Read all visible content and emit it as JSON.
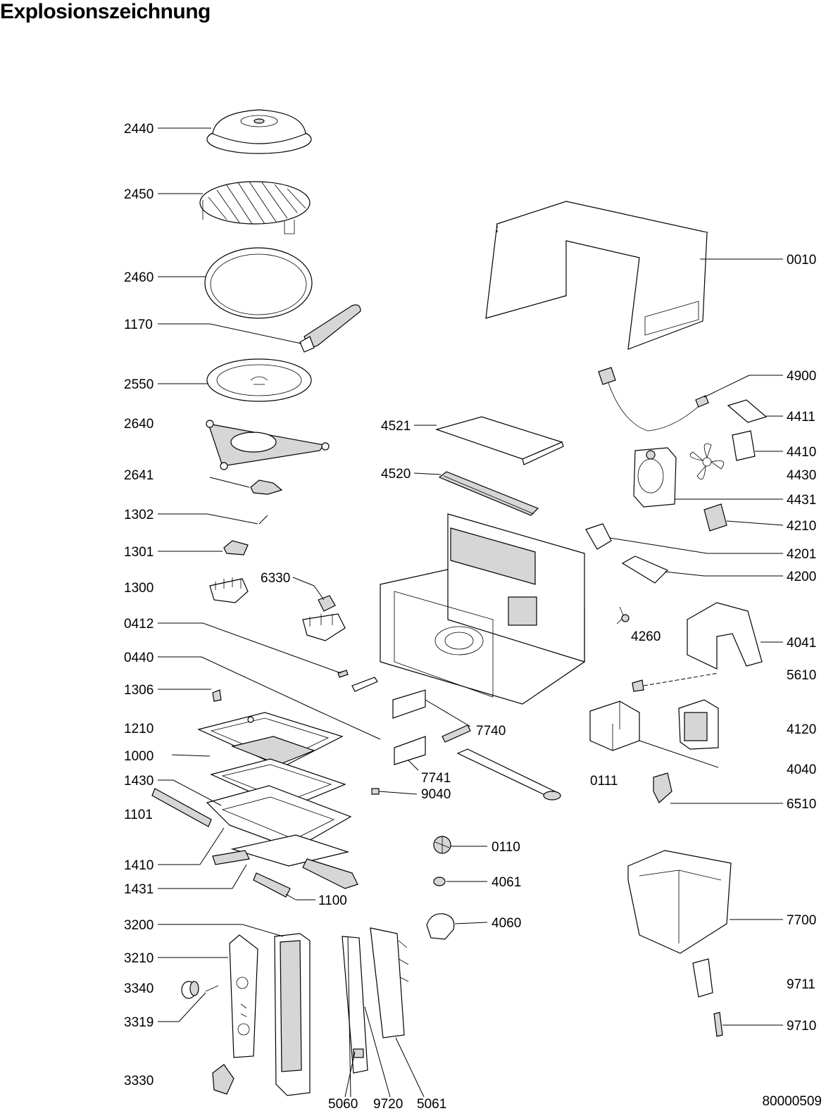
{
  "title": "Explosionszeichnung",
  "document_number": "80000509",
  "part_labels": {
    "p2440": "2440",
    "p2450": "2450",
    "p2460": "2460",
    "p1170": "1170",
    "p2550": "2550",
    "p2640": "2640",
    "p2641": "2641",
    "p1302": "1302",
    "p1301": "1301",
    "p1300": "1300",
    "p6330": "6330",
    "p0412": "0412",
    "p0440": "0440",
    "p1306": "1306",
    "p1210": "1210",
    "p1000": "1000",
    "p1430": "1430",
    "p1101": "1101",
    "p1410": "1410",
    "p1431": "1431",
    "p1100": "1100",
    "p3200": "3200",
    "p3210": "3210",
    "p3340": "3340",
    "p3319": "3319",
    "p3330": "3330",
    "p5060": "5060",
    "p9720": "9720",
    "p5061": "5061",
    "p4521": "4521",
    "p4520": "4520",
    "p7740": "7740",
    "p7741": "7741",
    "p9040": "9040",
    "p0110": "0110",
    "p4061": "4061",
    "p4060": "4060",
    "p0010": "0010",
    "p4900": "4900",
    "p4411": "4411",
    "p4410": "4410",
    "p4430": "4430",
    "p4431": "4431",
    "p4210": "4210",
    "p4201": "4201",
    "p4200": "4200",
    "p4260": "4260",
    "p4041": "4041",
    "p5610": "5610",
    "p4120": "4120",
    "p4040": "4040",
    "p0111": "0111",
    "p6510": "6510",
    "p7700": "7700",
    "p9711": "9711",
    "p9710": "9710"
  }
}
